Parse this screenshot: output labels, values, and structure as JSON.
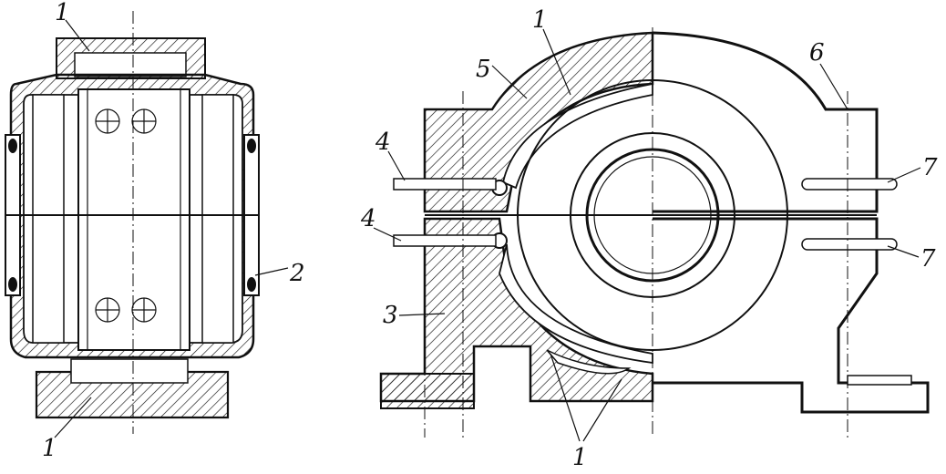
{
  "figure": {
    "labels": {
      "l1_top_left": "1",
      "l1_bottom_left": "1",
      "l2": "2",
      "l1_top_right": "1",
      "l5": "5",
      "l6": "6",
      "l4_upper": "4",
      "l4_lower": "4",
      "l7_upper": "7",
      "l7_lower": "7",
      "l3": "3",
      "l1_bottom_right": "1"
    }
  }
}
